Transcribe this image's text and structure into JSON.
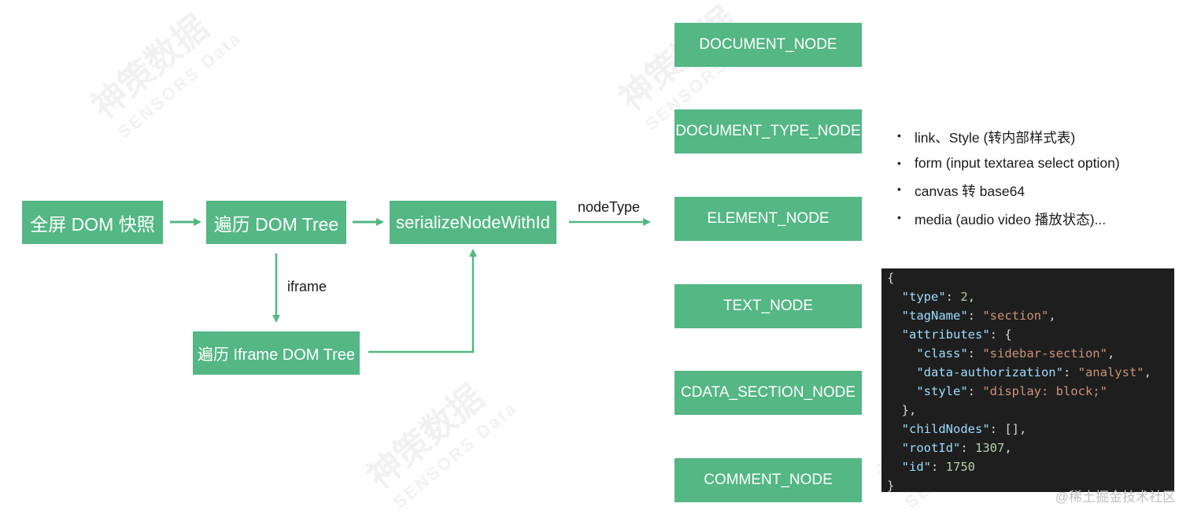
{
  "flow": {
    "snapshot": "全屏 DOM 快照",
    "traverse": "遍历 DOM Tree",
    "serialize": "serializeNodeWithId",
    "iframe_traverse": "遍历 Iframe DOM Tree",
    "iframe_label": "iframe",
    "nodetype_label": "nodeType"
  },
  "node_types": [
    "DOCUMENT_NODE",
    "DOCUMENT_TYPE_NODE",
    "ELEMENT_NODE",
    "TEXT_NODE",
    "CDATA_SECTION_NODE",
    "COMMENT_NODE"
  ],
  "bullets": [
    "link、Style (转内部样式表)",
    "form (input textarea select option)",
    "canvas 转 base64",
    "media (audio video 播放状态)..."
  ],
  "code": {
    "open": "{",
    "type_key": "\"type\"",
    "type_val": "2",
    "tag_key": "\"tagName\"",
    "tag_val": "\"section\"",
    "attr_key": "\"attributes\"",
    "class_key": "\"class\"",
    "class_val": "\"sidebar-section\"",
    "auth_key": "\"data-authorization\"",
    "auth_val": "\"analyst\"",
    "style_key": "\"style\"",
    "style_val": "\"display: block;\"",
    "attr_close": "},",
    "child_key": "\"childNodes\"",
    "child_val": "[]",
    "root_key": "\"rootId\"",
    "root_val": "1307",
    "id_key": "\"id\"",
    "id_val": "1750",
    "close": "}"
  },
  "watermark": {
    "cn": "神策数据",
    "en": "SENSORS Data"
  },
  "footer": "@稀土掘金技术社区",
  "colors": {
    "box": "#54b784",
    "arrow": "#54b784",
    "code_bg": "#1e1e1e",
    "code_key": "#9cdcfe",
    "code_string": "#ce9178",
    "code_number": "#b5cea8"
  }
}
